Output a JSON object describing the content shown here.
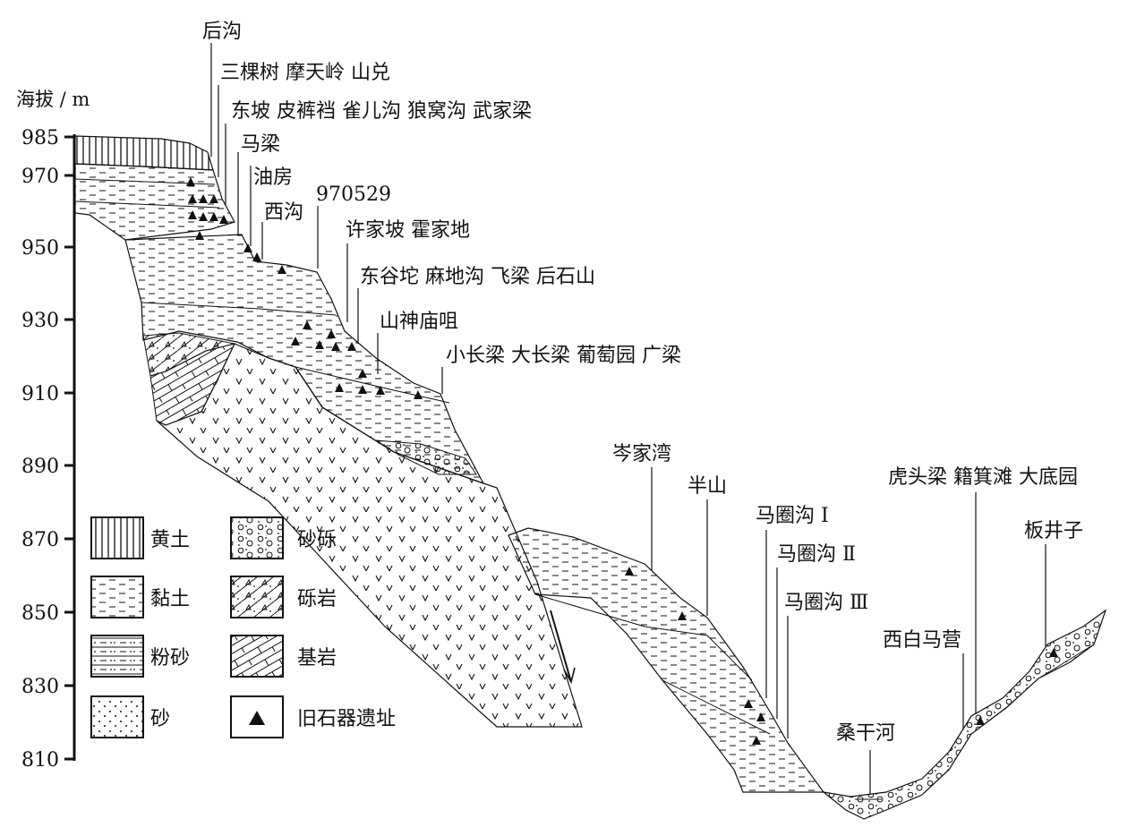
{
  "axis": {
    "title": "海拔 / m",
    "ticks": [
      "985",
      "970",
      "950",
      "930",
      "910",
      "890",
      "870",
      "850",
      "830",
      "810"
    ]
  },
  "site_labels": {
    "houguo": "后沟",
    "row2": "三棵树  摩天岭  山兑",
    "row3": "东坡  皮裤裆  雀儿沟  狼窝沟  武家梁",
    "maliang": "马梁",
    "youfang": "油房",
    "xigou": "西沟",
    "n970529": "970529",
    "xujiapo": "许家坡  霍家地",
    "dongguotuo": "东谷坨  麻地沟  飞梁  后石山",
    "shanshenmiao": "山神庙咀",
    "xiaochangliang": "小长梁  大长梁  葡萄园  广梁",
    "cenjiawan": "岑家湾",
    "banshan": "半山",
    "majuangou1": "马圈沟 Ⅰ",
    "majuangou2": "马圈沟 Ⅱ",
    "majuangou3": "马圈沟 Ⅲ",
    "sangganhe": "桑干河",
    "xibaimaying": "西白马营",
    "hutouliang": "虎头梁  籍箕滩  大底园",
    "banjingzi": "板井子"
  },
  "legend": {
    "loess": "黄土",
    "clay": "黏土",
    "silt": "粉砂",
    "sand": "砂",
    "gravel": "砂砾",
    "conglomerate": "砾岩",
    "bedrock": "基岩",
    "site": "旧石器遗址"
  }
}
